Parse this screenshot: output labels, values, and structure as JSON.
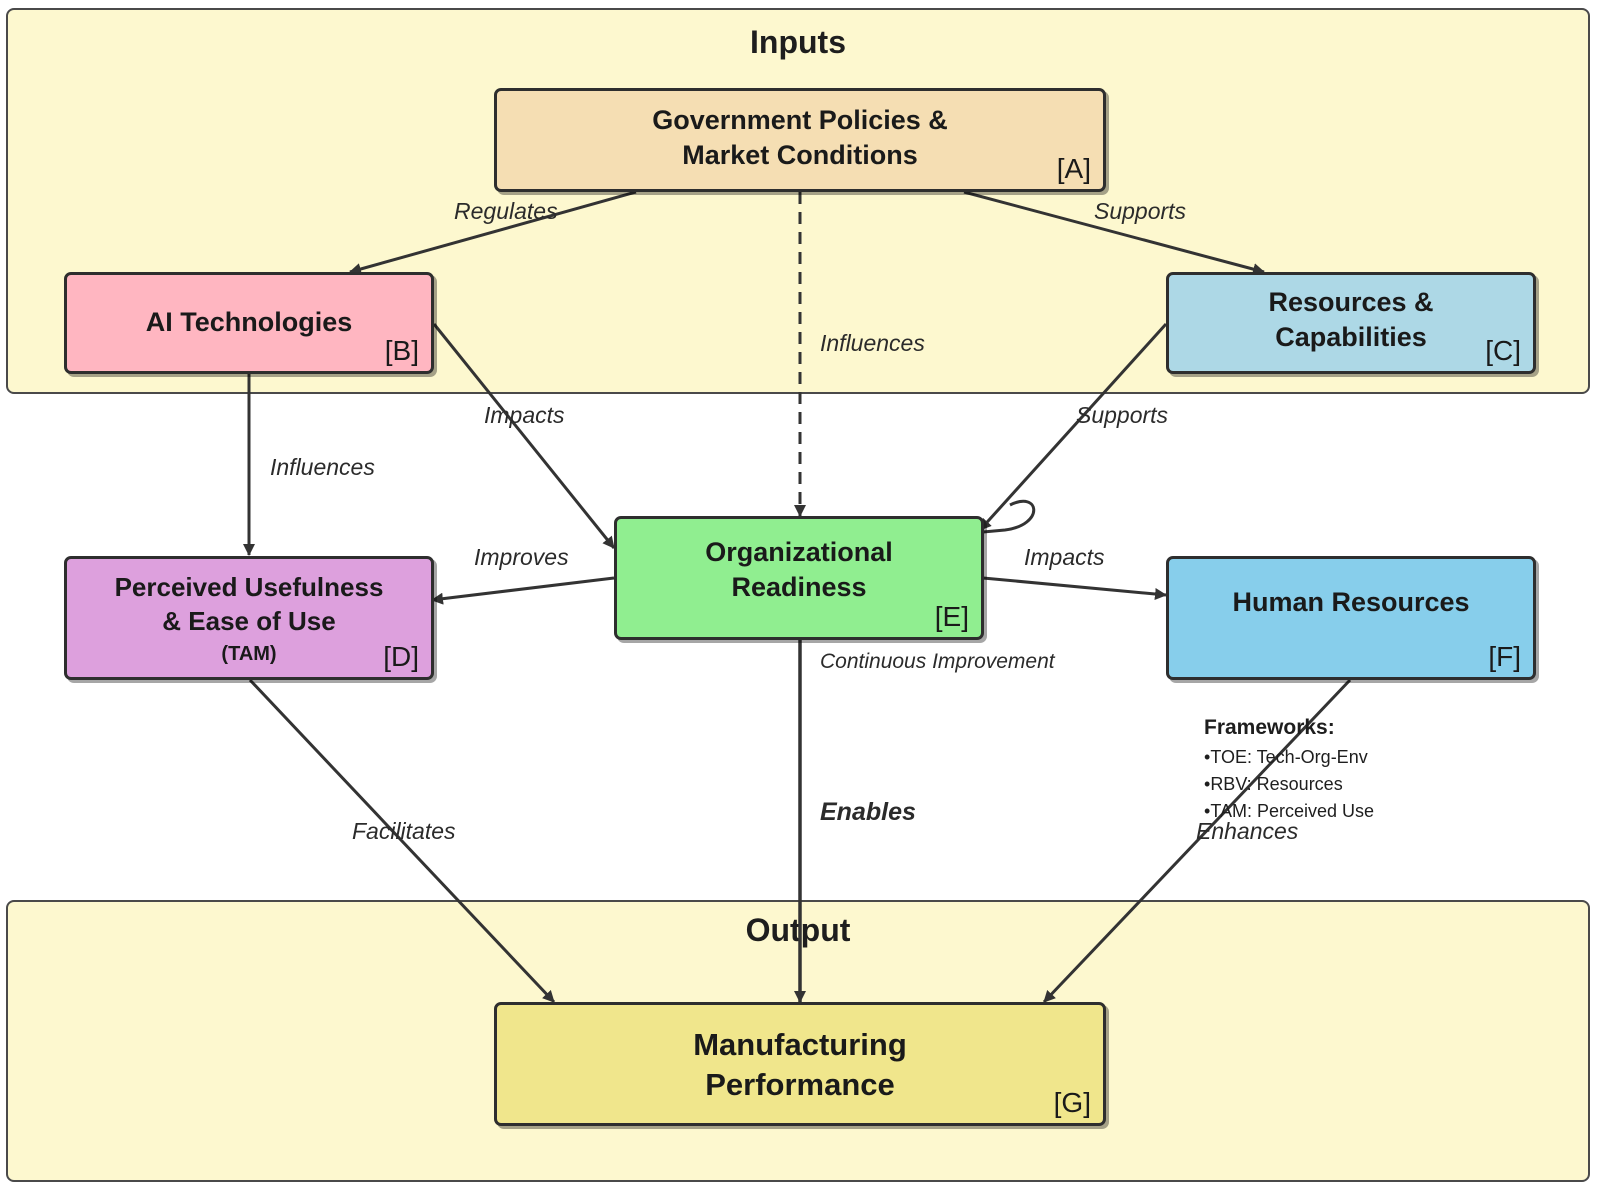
{
  "groups": {
    "inputs": {
      "title": "Inputs",
      "color": "#fdf8cf"
    },
    "output": {
      "title": "Output",
      "color": "#fdf8cf"
    }
  },
  "nodes": {
    "A": {
      "lines": [
        "Government Policies &",
        "Market Conditions"
      ],
      "id": "[A]",
      "color": "#f5deb3"
    },
    "B": {
      "lines": [
        "AI Technologies"
      ],
      "id": "[B]",
      "color": "#ffb6c1"
    },
    "C": {
      "lines": [
        "Resources &",
        "Capabilities"
      ],
      "id": "[C]",
      "color": "#add8e6"
    },
    "D": {
      "lines": [
        "Perceived Usefulness",
        "& Ease of Use"
      ],
      "sub": "(TAM)",
      "id": "[D]",
      "color": "#dda0dd"
    },
    "E": {
      "lines": [
        "Organizational",
        "Readiness"
      ],
      "id": "[E]",
      "color": "#90ee90"
    },
    "F": {
      "lines": [
        "Human Resources"
      ],
      "id": "[F]",
      "color": "#87ceeb"
    },
    "G": {
      "lines": [
        "Manufacturing",
        "Performance"
      ],
      "id": "[G]",
      "color": "#f0e68c"
    }
  },
  "edges": [
    {
      "from": "A",
      "to": "B",
      "label": "Regulates",
      "style": "solid"
    },
    {
      "from": "A",
      "to": "C",
      "label": "Supports",
      "style": "solid"
    },
    {
      "from": "A",
      "to": "E",
      "label": "Influences",
      "style": "dashed"
    },
    {
      "from": "B",
      "to": "D",
      "label": "Influences",
      "style": "solid"
    },
    {
      "from": "B",
      "to": "E",
      "label": "Impacts",
      "style": "solid"
    },
    {
      "from": "C",
      "to": "E",
      "label": "Supports",
      "style": "solid"
    },
    {
      "from": "E",
      "to": "D",
      "label": "Improves",
      "style": "solid"
    },
    {
      "from": "E",
      "to": "F",
      "label": "Impacts",
      "style": "solid"
    },
    {
      "from": "E",
      "to": "E",
      "label": "Continuous Improvement",
      "style": "solid"
    },
    {
      "from": "D",
      "to": "G",
      "label": "Facilitates",
      "style": "solid"
    },
    {
      "from": "E",
      "to": "G",
      "label": "Enables",
      "style": "solid"
    },
    {
      "from": "F",
      "to": "G",
      "label": "Enhances",
      "style": "solid"
    }
  ],
  "frameworks": {
    "title": "Frameworks:",
    "items": [
      "TOE: Tech-Org-Env",
      "RBV: Resources",
      "TAM: Perceived Use"
    ]
  }
}
